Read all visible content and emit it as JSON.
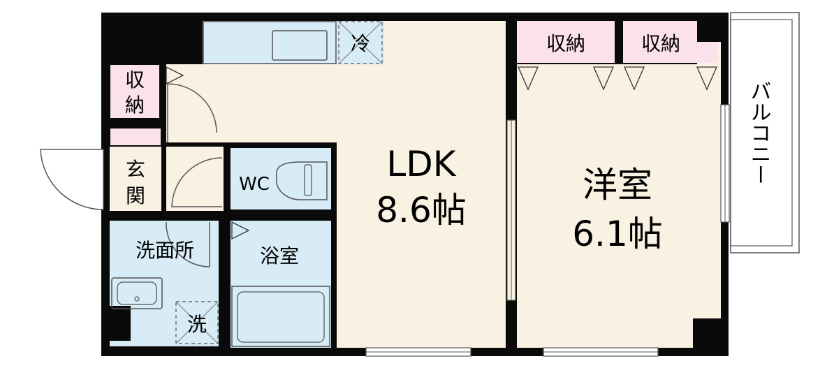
{
  "rooms": {
    "ldk": {
      "name": "LDK",
      "size": "8.6帖"
    },
    "western": {
      "name": "洋室",
      "size": "6.1帖"
    },
    "bath": {
      "name": "浴室"
    },
    "washroom": {
      "name": "洗面所"
    },
    "wc": {
      "name": "WC"
    },
    "entrance": {
      "name_top": "玄",
      "name_bottom": "関"
    },
    "balcony": {
      "name": "バルコニー"
    }
  },
  "storage": {
    "left": {
      "top": "収",
      "bottom": "納"
    },
    "top1": "収納",
    "top2": "収納"
  },
  "appliances": {
    "fridge": "冷",
    "washer": "洗"
  },
  "colors": {
    "wall": "#0a0a0a",
    "floor": "#f9f2e2",
    "wet_area": "#d7ecf7",
    "storage": "#fbe1ea",
    "outline": "#555555"
  }
}
